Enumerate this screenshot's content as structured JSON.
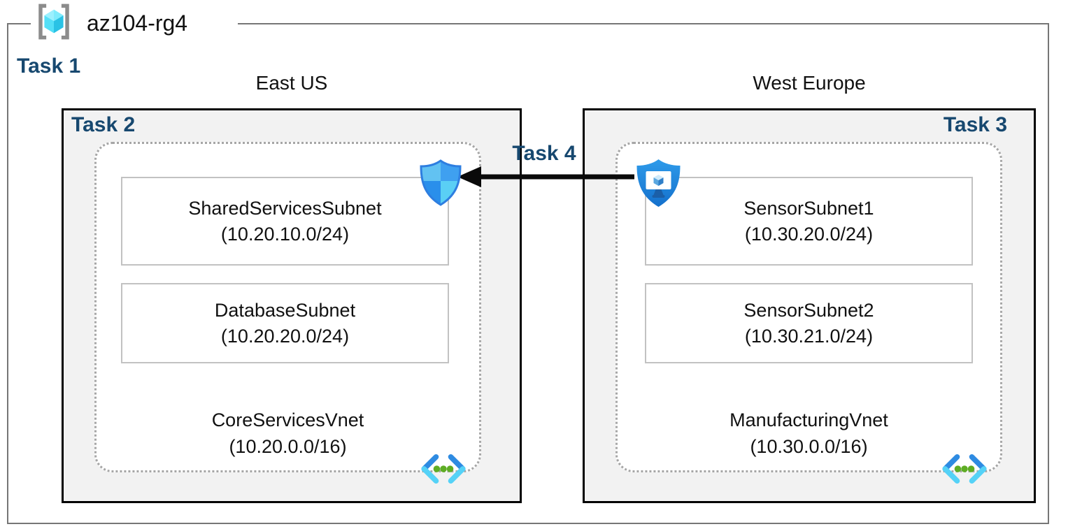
{
  "resource_group": {
    "name": "az104-rg4",
    "task": "Task 1",
    "icon": "resource-group-icon"
  },
  "regions": [
    {
      "name": "East US",
      "task": "Task 2",
      "vnet": {
        "name": "CoreServicesVnet",
        "cidr": "(10.20.0.0/16)"
      },
      "subnets": [
        {
          "name": "SharedServicesSubnet",
          "cidr": "(10.20.10.0/24)"
        },
        {
          "name": "DatabaseSubnet",
          "cidr": "(10.20.20.0/24)"
        }
      ],
      "icons": [
        "network-security-shield-icon",
        "virtual-network-icon"
      ]
    },
    {
      "name": "West Europe",
      "task": "Task 3",
      "vnet": {
        "name": "ManufacturingVnet",
        "cidr": "(10.30.0.0/16)"
      },
      "subnets": [
        {
          "name": "SensorSubnet1",
          "cidr": "(10.30.20.0/24)"
        },
        {
          "name": "SensorSubnet2",
          "cidr": "(10.30.21.0/24)"
        }
      ],
      "icons": [
        "bastion-shield-icon",
        "virtual-network-icon"
      ]
    }
  ],
  "connection": {
    "label": "Task 4",
    "direction": "west-europe-to-east-us"
  },
  "colors": {
    "task_label": "#17486F",
    "region_fill": "#F2F2F2",
    "region_border": "#000000",
    "vnet_dotted_border": "#A6A6A6",
    "subnet_border": "#C2C2C2",
    "frame_border": "#767676",
    "arrow": "#000000",
    "azure_blue": "#1E8BE0",
    "azure_cyan": "#50E6FF",
    "vnet_dot_green": "#5EAD24"
  }
}
